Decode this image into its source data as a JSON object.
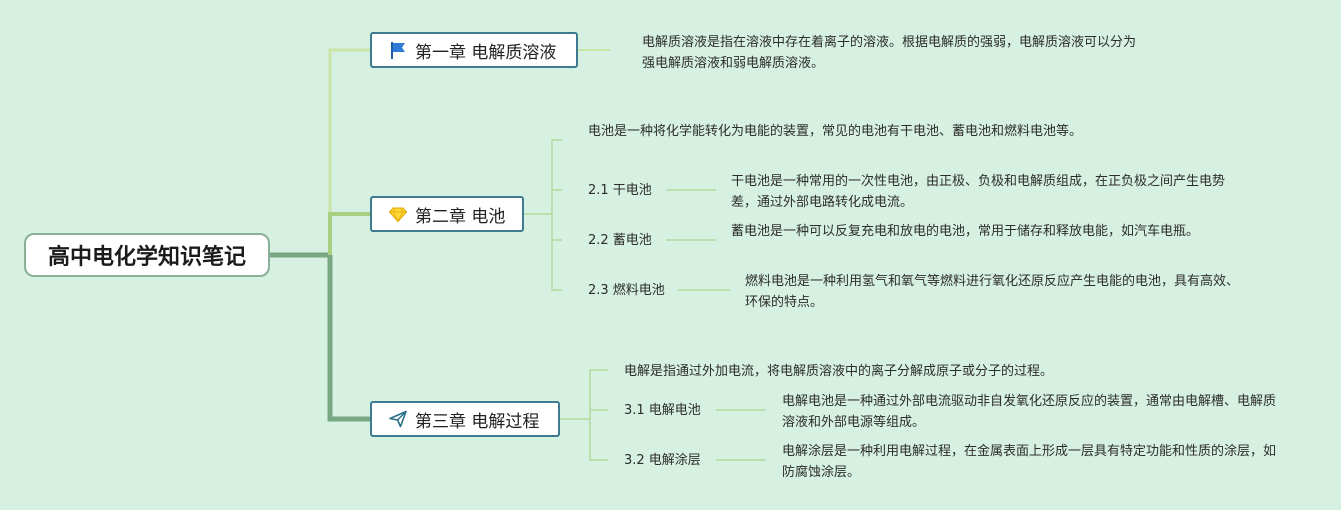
{
  "root": {
    "title": "高中电化学知识笔记"
  },
  "chapters": [
    {
      "title": "第一章 电解质溶液",
      "icon": "flag-icon",
      "desc": "电解质溶液是指在溶液中存在着离子的溶液。根据电解质的强弱，电解质溶液可以分为强电解质溶液和弱电解质溶液。",
      "subs": []
    },
    {
      "title": "第二章 电池",
      "icon": "diamond-icon",
      "desc": "电池是一种将化学能转化为电能的装置，常见的电池有干电池、蓄电池和燃料电池等。",
      "subs": [
        {
          "label": "2.1 干电池",
          "desc": "干电池是一种常用的一次性电池，由正极、负极和电解质组成，在正负极之间产生电势差，通过外部电路转化成电流。"
        },
        {
          "label": "2.2 蓄电池",
          "desc": "蓄电池是一种可以反复充电和放电的电池，常用于储存和释放电能，如汽车电瓶。"
        },
        {
          "label": "2.3 燃料电池",
          "desc": "燃料电池是一种利用氢气和氧气等燃料进行氧化还原反应产生电能的电池，具有高效、环保的特点。"
        }
      ]
    },
    {
      "title": "第三章 电解过程",
      "icon": "paper-plane-icon",
      "desc": "电解是指通过外加电流，将电解质溶液中的离子分解成原子或分子的过程。",
      "subs": [
        {
          "label": "3.1 电解电池",
          "desc": "电解电池是一种通过外部电流驱动非自发氧化还原反应的装置，通常由电解槽、电解质溶液和外部电源等组成。"
        },
        {
          "label": "3.2 电解涂层",
          "desc": "电解涂层是一种利用电解过程，在金属表面上形成一层具有特定功能和性质的涂层，如防腐蚀涂层。"
        }
      ]
    }
  ],
  "colors": {
    "background": "#d6f0e1",
    "trunk": "#78a882",
    "ch1_branch": "#c9e6a8",
    "ch2_branch": "#a8cf82",
    "ch3_branch": "#78a882",
    "leaf_line": "#b9e0ad",
    "box_border": "#3e7a90"
  }
}
